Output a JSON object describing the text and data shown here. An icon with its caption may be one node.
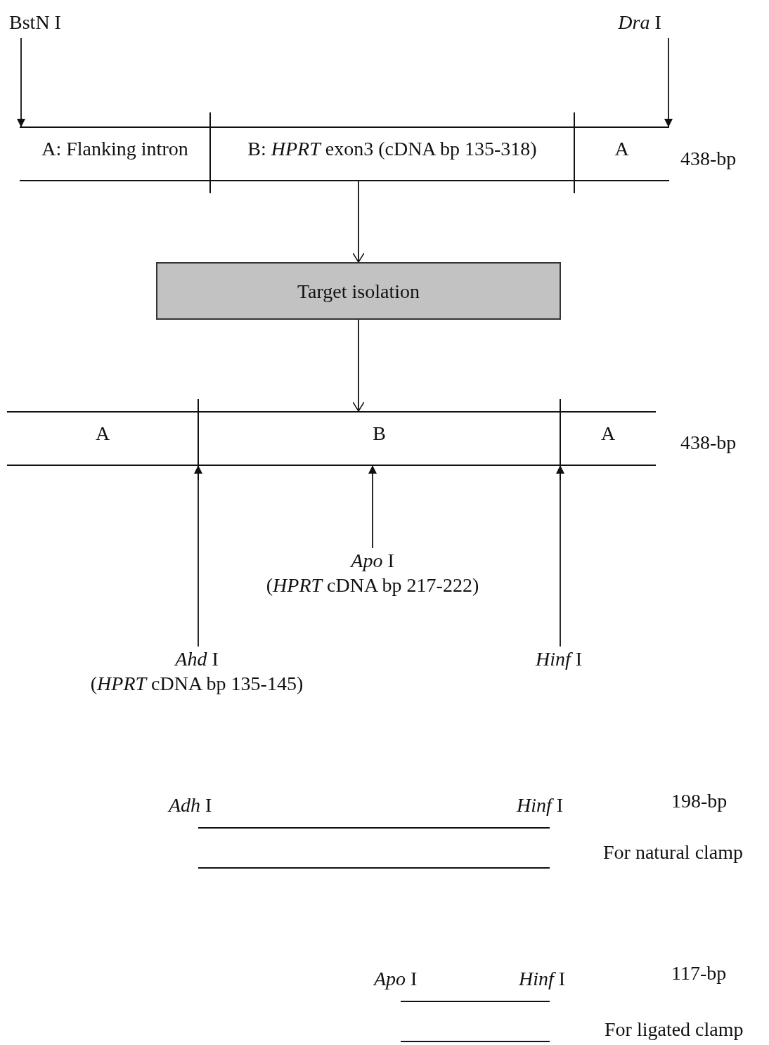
{
  "diagram": {
    "nodes": [
      {
        "text": [
          "BstN I"
        ]
      },
      {
        "text": [
          "*Dra* I"
        ]
      },
      {
        "text": [
          "A: Flanking intron"
        ]
      },
      {
        "text": [
          "B: *HPRT* exon3 (cDNA bp 135-318)"
        ]
      },
      {
        "text": [
          "A"
        ]
      },
      {
        "text": [
          "Target isolation"
        ]
      },
      {
        "text": [
          "A"
        ]
      },
      {
        "text": [
          "B"
        ]
      },
      {
        "text": [
          "A"
        ]
      },
      {
        "text": [
          "*Ahd* I",
          "(*HPRT* cDNA bp 135-145)"
        ]
      },
      {
        "text": [
          "*Apo* I",
          "(*HPRT* cDNA bp 217-222)"
        ]
      },
      {
        "text": [
          "*Hinf* I"
        ]
      }
    ],
    "edges": [
      {
        "from": 0,
        "to": 2,
        "arrow": "to"
      },
      {
        "from": 1,
        "to": 4,
        "arrow": "to"
      },
      {
        "from": 3,
        "to": 5,
        "arrow": "to"
      },
      {
        "from": 5,
        "to": 7,
        "arrow": "to"
      },
      {
        "from": 9,
        "to": 7,
        "arrow": "to"
      },
      {
        "from": 10,
        "to": 7,
        "arrow": "to"
      },
      {
        "from": 11,
        "to": 8,
        "arrow": "to"
      }
    ],
    "labels": [
      "438-bp",
      "438-bp",
      "*Adh* I",
      "*Hinf* I",
      "198-bp",
      "For natural clamp",
      "*Apo* I",
      "*Hinf* I",
      "117-bp",
      "For ligated clamp"
    ]
  }
}
